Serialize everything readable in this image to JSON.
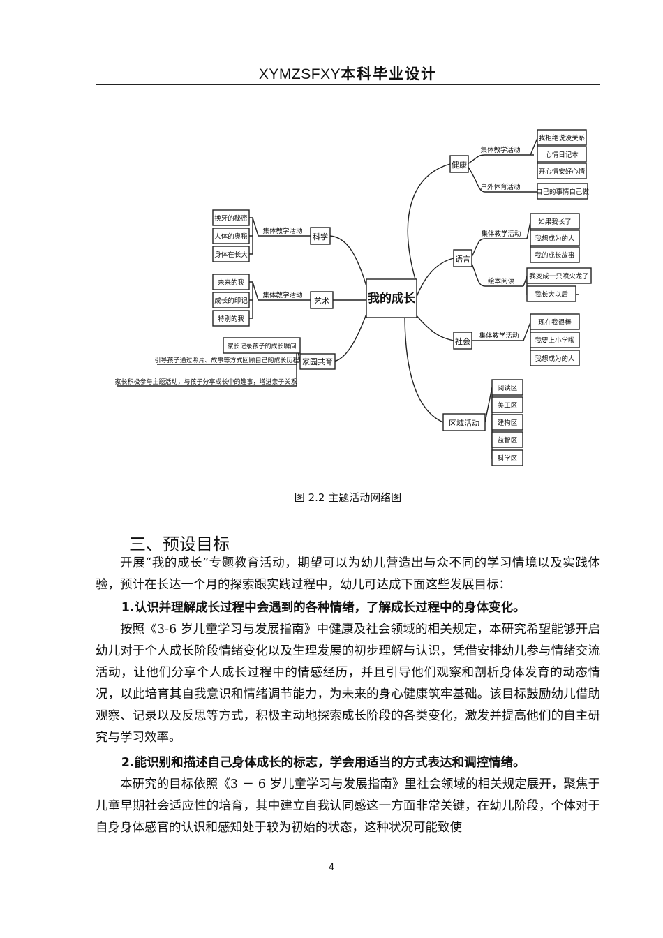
{
  "header": {
    "code": "XYMZSFXY",
    "title": "本科毕业设计"
  },
  "figure": {
    "caption": "图 2.2 主题活动网络图",
    "center": "我的成长",
    "branches": {
      "health": {
        "label": "健康",
        "groups": [
          {
            "label": "集体教学活动",
            "items": [
              "我拒绝说没关系",
              "心情日记本",
              "开心情安好心情"
            ]
          },
          {
            "label": "户外体育活动",
            "items": [
              "自己的事情自己做"
            ]
          }
        ]
      },
      "language": {
        "label": "语言",
        "groups": [
          {
            "label": "集体教学活动",
            "items": [
              "如果我长了",
              "我想成为的人",
              "我的成长故事"
            ]
          },
          {
            "label": "绘本阅读",
            "items": [
              "我变成一只喷火龙了",
              "我长大以后"
            ]
          }
        ]
      },
      "society": {
        "label": "社会",
        "groups": [
          {
            "label": "集体教学活动",
            "items": [
              "现在我很棒",
              "我要上小学啦",
              "我想成为的人"
            ]
          }
        ]
      },
      "areas": {
        "label": "区域活动",
        "items": [
          "阅读区",
          "美工区",
          "建构区",
          "益智区",
          "科学区"
        ]
      },
      "science": {
        "label": "科学",
        "group": "集体教学活动",
        "items": [
          "换牙的秘密",
          "人体的奥秘",
          "身体在长大"
        ]
      },
      "art": {
        "label": "艺术",
        "group": "集体教学活动",
        "items": [
          "未来的我",
          "成长的印记",
          "特别的我"
        ]
      },
      "home": {
        "label": "家园共育",
        "items": [
          "家长记录孩子的成长瞬间",
          "引导孩子通过照片、故事等方式回顾自己的成长历程",
          "家长积极参与主题活动，与孩子分享成长中的趣事，增进亲子关系"
        ]
      }
    }
  },
  "section": {
    "heading": "三、预设目标",
    "intro": "开展“我的成长”专题教育活动，期望可以为幼儿营造出与众不同的学习情境以及实践体验，预计在长达一个月的探索跟实践过程中，幼儿可达成下面这些发展目标：",
    "goal1_title": "1.认识并理解成长过程中会遇到的各种情绪，了解成长过程中的身体变化。",
    "goal1_text": "按照《3-6 岁儿童学习与发展指南》中健康及社会领域的相关规定，本研究希望能够开启幼儿对于个人成长阶段情绪变化以及生理发展的初步理解与认识，凭借安排幼儿参与情绪交流活动，让他们分享个人成长过程中的情感经历，并且引导他们观察和剖析身体发育的动态情况，以此培育其自我意识和情绪调节能力，为未来的身心健康筑牢基础。该目标鼓励幼儿借助观察、记录以及反思等方式，积极主动地探索成长阶段的各类变化，激发并提高他们的自主研究与学习效率。",
    "goal2_title": "2.能识别和描述自己身体成长的标志，学会用适当的方式表达和调控情绪。",
    "goal2_text": "本研究的目标依照《3 － 6 岁儿童学习与发展指南》里社会领域的相关规定展开，聚焦于儿童早期社会适应性的培育，其中建立自我认同感这一方面非常关键，在幼儿阶段，个体对于自身身体感官的认识和感知处于较为初始的状态，这种状况可能致使"
  },
  "page_number": "4"
}
